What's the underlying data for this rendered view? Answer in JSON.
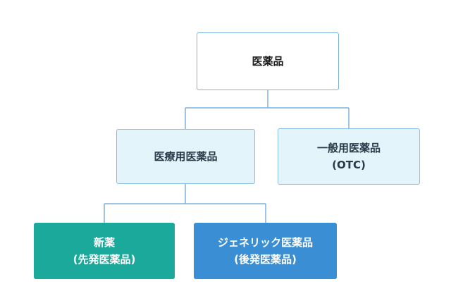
{
  "diagram": {
    "root": {
      "label": "医薬品"
    },
    "iryo": {
      "label": "医療用医薬品"
    },
    "ippan": {
      "line1": "一般用医薬品",
      "line2": "(OTC)"
    },
    "shinyaku": {
      "line1": "新薬",
      "line2": "(先発医薬品)"
    },
    "generic": {
      "line1": "ジェネリック医薬品",
      "line2": "(後発医薬品)"
    }
  },
  "colors": {
    "connector": "#7fb1de",
    "root_border": "#7fb1de",
    "light_fill": "#e3f4fb",
    "teal_fill": "#1aa99b",
    "blue_fill": "#3a8fd4"
  }
}
